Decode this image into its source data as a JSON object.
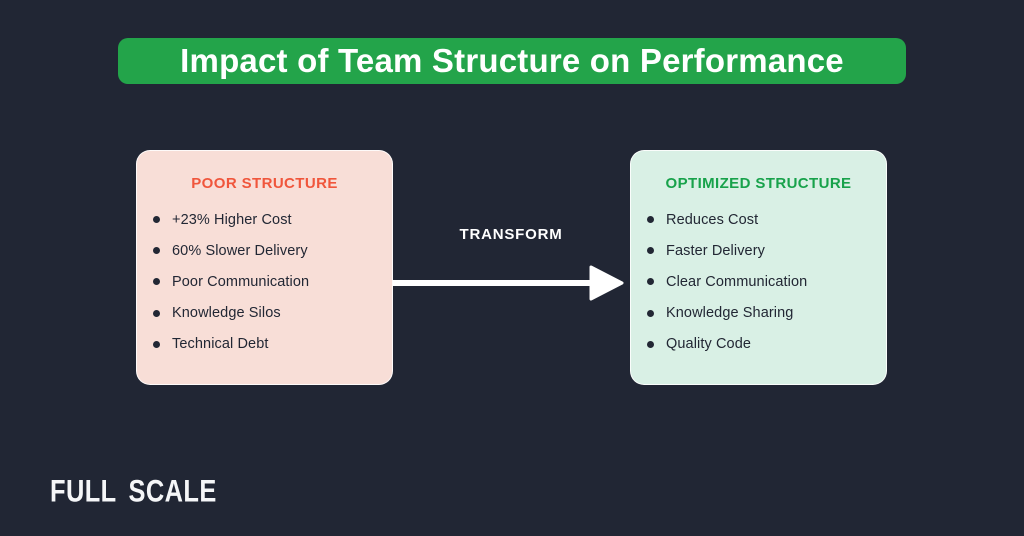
{
  "title": {
    "text": "Impact of Team Structure on Performance"
  },
  "cards": {
    "poor": {
      "title": "POOR STRUCTURE",
      "items": [
        "+23% Higher Cost",
        "60% Slower Delivery",
        "Poor Communication",
        "Knowledge Silos",
        "Technical Debt"
      ]
    },
    "optimized": {
      "title": "OPTIMIZED STRUCTURE",
      "items": [
        "Reduces Cost",
        "Faster Delivery",
        "Clear Communication",
        "Knowledge Sharing",
        "Quality Code"
      ]
    }
  },
  "arrow": {
    "label": "TRANSFORM"
  },
  "logo": {
    "text": "FULL SCALE"
  },
  "colors": {
    "background": "#212634",
    "banner_green": "#23a44a",
    "card_pink": "#f8ded7",
    "card_mint": "#d9f0e5",
    "poor_title": "#f0563c",
    "optimized_title": "#18a24b",
    "text_dark": "#222734",
    "text_white": "#ffffff"
  }
}
